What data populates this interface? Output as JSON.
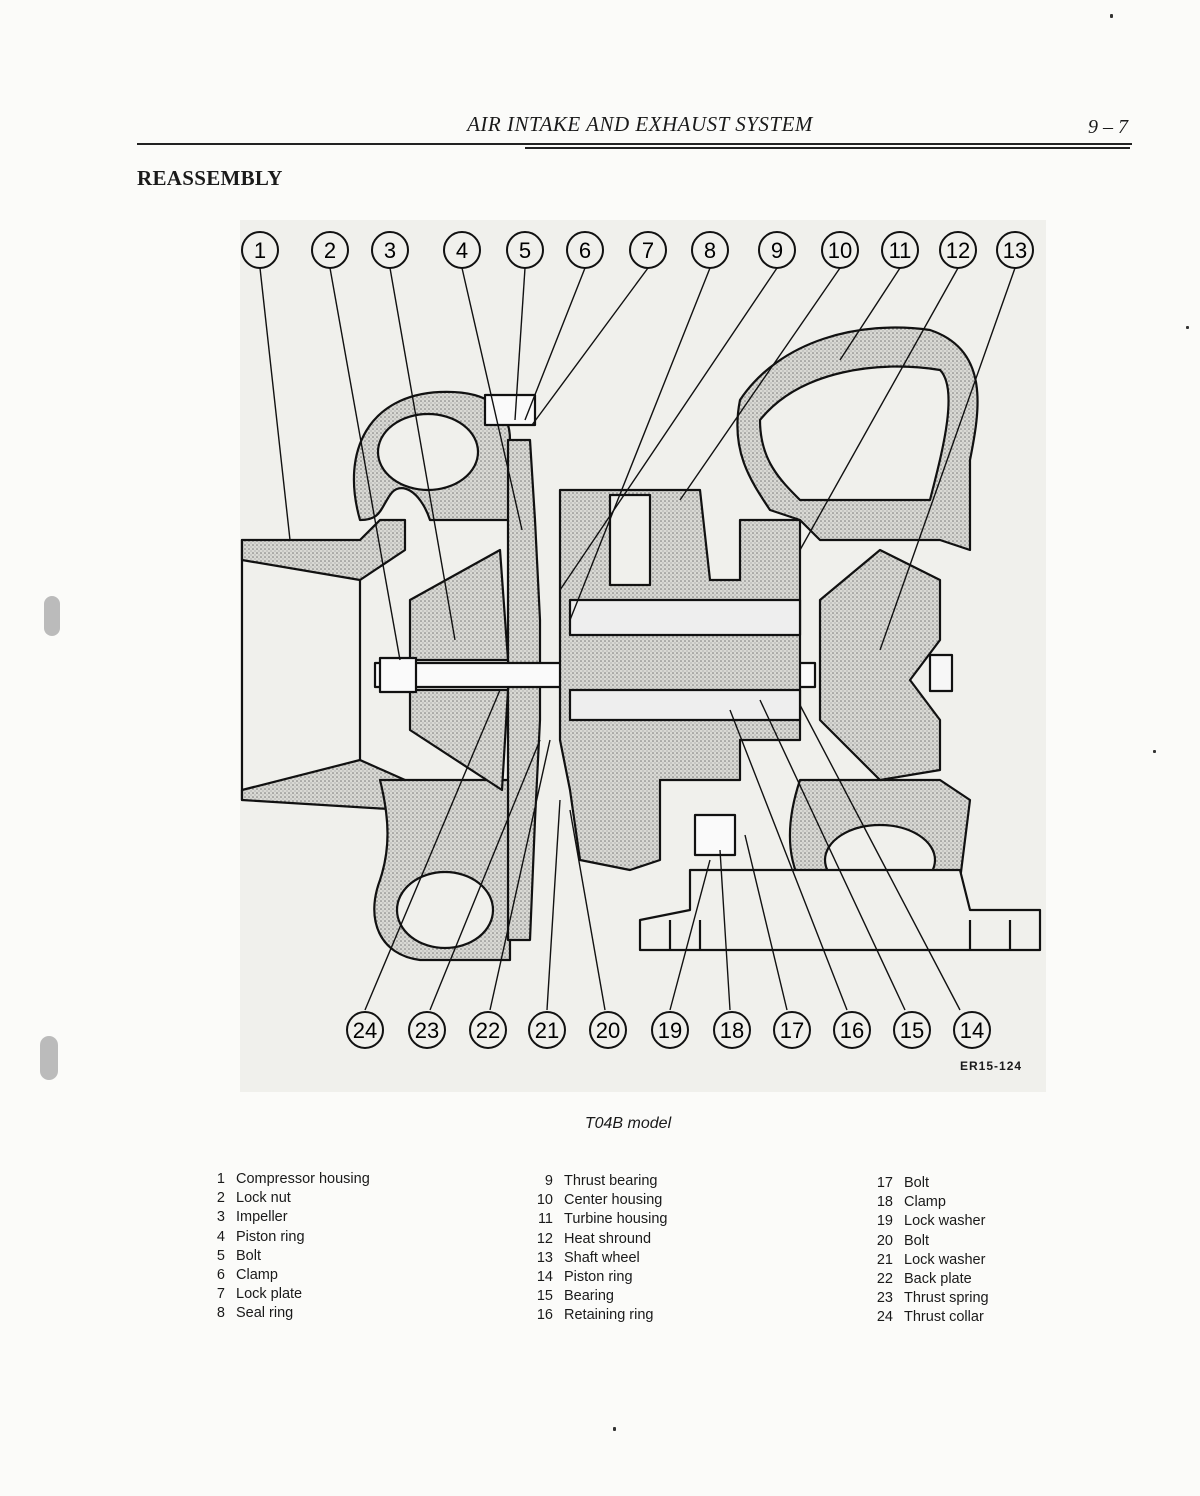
{
  "header": {
    "title": "AIR INTAKE AND EXHAUST SYSTEM",
    "page": "9 – 7"
  },
  "section": {
    "title": "REASSEMBLY"
  },
  "figure": {
    "code": "ER15-124",
    "caption": "T04B model",
    "callouts": [
      "1",
      "2",
      "3",
      "4",
      "5",
      "6",
      "7",
      "8",
      "9",
      "10",
      "11",
      "12",
      "13",
      "14",
      "15",
      "16",
      "17",
      "18",
      "19",
      "20",
      "21",
      "22",
      "23",
      "24"
    ]
  },
  "legend": {
    "col1": [
      {
        "num": "1",
        "label": "Compressor housing"
      },
      {
        "num": "2",
        "label": "Lock nut"
      },
      {
        "num": "3",
        "label": "Impeller"
      },
      {
        "num": "4",
        "label": "Piston ring"
      },
      {
        "num": "5",
        "label": "Bolt"
      },
      {
        "num": "6",
        "label": "Clamp"
      },
      {
        "num": "7",
        "label": "Lock plate"
      },
      {
        "num": "8",
        "label": "Seal ring"
      }
    ],
    "col2": [
      {
        "num": "9",
        "label": "Thrust bearing"
      },
      {
        "num": "10",
        "label": "Center housing"
      },
      {
        "num": "11",
        "label": "Turbine housing"
      },
      {
        "num": "12",
        "label": "Heat shround"
      },
      {
        "num": "13",
        "label": "Shaft wheel"
      },
      {
        "num": "14",
        "label": "Piston ring"
      },
      {
        "num": "15",
        "label": "Bearing"
      },
      {
        "num": "16",
        "label": "Retaining ring"
      }
    ],
    "col3": [
      {
        "num": "17",
        "label": "Bolt"
      },
      {
        "num": "18",
        "label": "Clamp"
      },
      {
        "num": "19",
        "label": "Lock washer"
      },
      {
        "num": "20",
        "label": "Bolt"
      },
      {
        "num": "21",
        "label": "Lock washer"
      },
      {
        "num": "22",
        "label": "Back plate"
      },
      {
        "num": "23",
        "label": "Thrust spring"
      },
      {
        "num": "24",
        "label": "Thrust collar"
      }
    ]
  }
}
